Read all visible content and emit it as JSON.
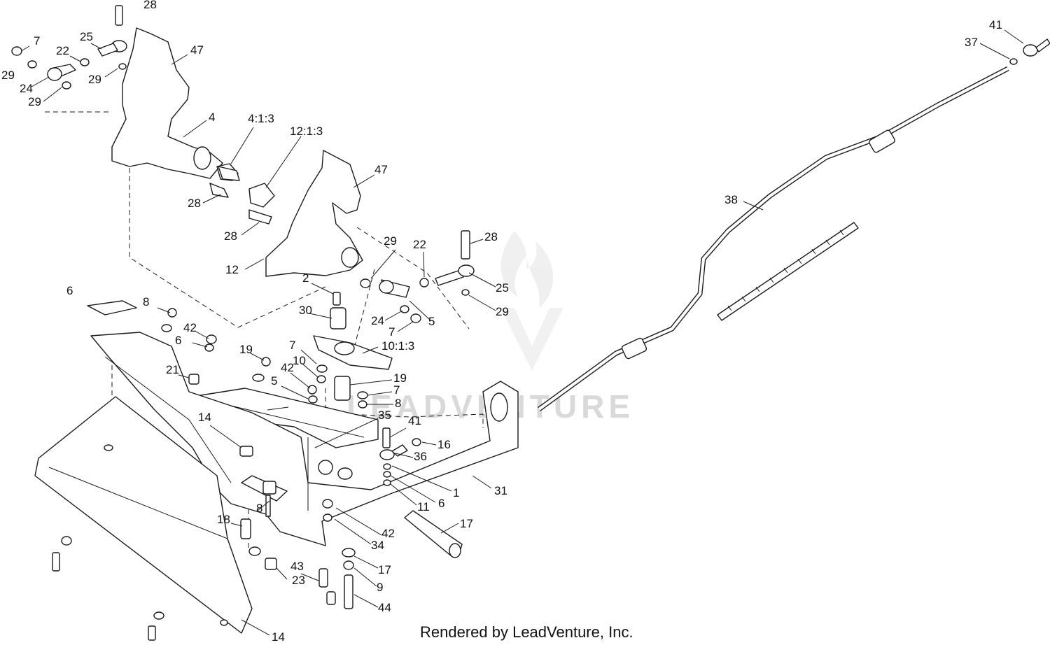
{
  "diagram": {
    "footer": "Rendered by LeadVenture, Inc.",
    "watermark": "LEADVENTURE",
    "watermark_color": "#d9d9d9",
    "line_color": "#1a1a1a",
    "callouts": [
      "28",
      "7",
      "25",
      "22",
      "47",
      "29",
      "29",
      "24",
      "29",
      "4",
      "4:1:3",
      "12:1:3",
      "28",
      "47",
      "28",
      "12",
      "29",
      "22",
      "28",
      "25",
      "29",
      "24",
      "7",
      "5",
      "2",
      "30",
      "6",
      "8",
      "42",
      "6",
      "19",
      "7",
      "10",
      "10:1:3",
      "19",
      "7",
      "8",
      "42",
      "5",
      "21",
      "35",
      "41",
      "16",
      "14",
      "36",
      "1",
      "31",
      "6",
      "11",
      "17",
      "18",
      "8",
      "42",
      "34",
      "17",
      "43",
      "9",
      "23",
      "44",
      "14",
      "41",
      "37",
      "38"
    ]
  }
}
